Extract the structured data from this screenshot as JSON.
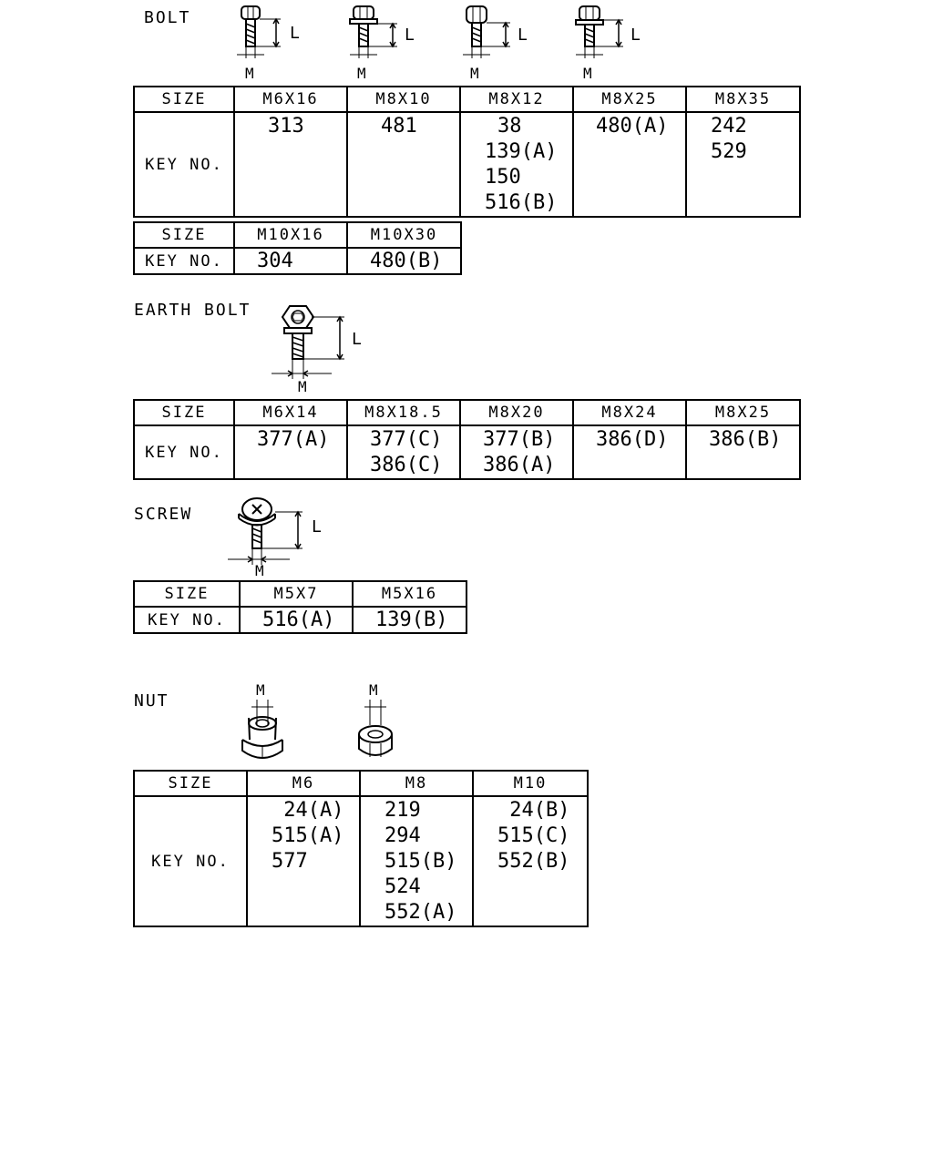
{
  "bolt": {
    "title": "BOLT",
    "icon_labels": {
      "length": "L",
      "diameter": "M"
    },
    "table1": {
      "size_label": "SIZE",
      "key_label": "KEY NO.",
      "columns": [
        {
          "size": "M6X16",
          "keys": [
            "313"
          ]
        },
        {
          "size": "M8X10",
          "keys": [
            "481"
          ]
        },
        {
          "size": "M8X12",
          "keys": [
            "38",
            "139(A)",
            "150",
            "516(B)"
          ]
        },
        {
          "size": "M8X25",
          "keys": [
            "480(A)"
          ]
        },
        {
          "size": "M8X35",
          "keys": [
            "242",
            "529"
          ]
        }
      ]
    },
    "table2": {
      "size_label": "SIZE",
      "key_label": "KEY NO.",
      "columns": [
        {
          "size": "M10X16",
          "keys": [
            "304"
          ]
        },
        {
          "size": "M10X30",
          "keys": [
            "480(B)"
          ]
        }
      ]
    }
  },
  "earth_bolt": {
    "title": "EARTH BOLT",
    "icon_labels": {
      "length": "L",
      "diameter": "M"
    },
    "table": {
      "size_label": "SIZE",
      "key_label": "KEY NO.",
      "columns": [
        {
          "size": "M6X14",
          "keys": [
            "377(A)"
          ]
        },
        {
          "size": "M8X18.5",
          "keys": [
            "377(C)",
            "386(C)"
          ]
        },
        {
          "size": "M8X20",
          "keys": [
            "377(B)",
            "386(A)"
          ]
        },
        {
          "size": "M8X24",
          "keys": [
            "386(D)"
          ]
        },
        {
          "size": "M8X25",
          "keys": [
            "386(B)"
          ]
        }
      ]
    }
  },
  "screw": {
    "title": "SCREW",
    "icon_labels": {
      "length": "L",
      "diameter": "M"
    },
    "table": {
      "size_label": "SIZE",
      "key_label": "KEY NO.",
      "columns": [
        {
          "size": "M5X7",
          "keys": [
            "516(A)"
          ]
        },
        {
          "size": "M5X16",
          "keys": [
            "139(B)"
          ]
        }
      ]
    }
  },
  "nut": {
    "title": "NUT",
    "icon_labels": {
      "diameter": "M"
    },
    "table": {
      "size_label": "SIZE",
      "key_label": "KEY NO.",
      "columns": [
        {
          "size": "M6",
          "keys": [
            " 24(A)",
            "515(A)",
            "577"
          ]
        },
        {
          "size": "M8",
          "keys": [
            "219",
            "294",
            "515(B)",
            "524",
            "552(A)"
          ]
        },
        {
          "size": "M10",
          "keys": [
            " 24(B)",
            "515(C)",
            "552(B)"
          ]
        }
      ]
    }
  }
}
